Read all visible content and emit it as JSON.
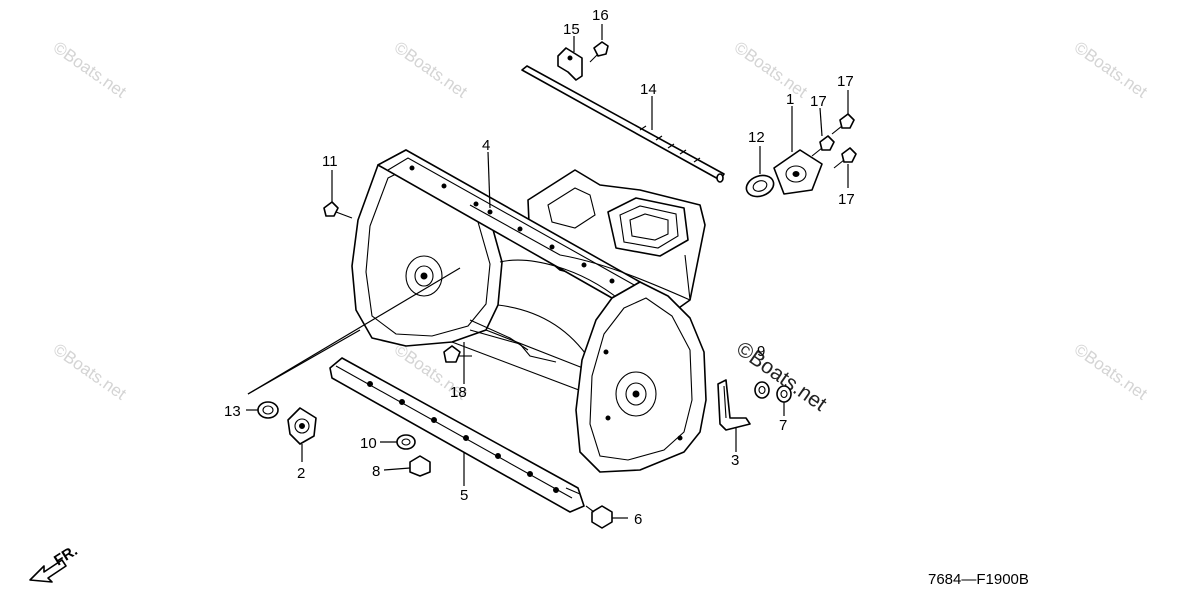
{
  "diagram": {
    "code": "7684—F1900B",
    "direction_label": "FR.",
    "watermark": "©Boats.net",
    "callouts": [
      {
        "id": "c1",
        "text": "1"
      },
      {
        "id": "c2",
        "text": "2"
      },
      {
        "id": "c3",
        "text": "3"
      },
      {
        "id": "c4",
        "text": "4"
      },
      {
        "id": "c5",
        "text": "5"
      },
      {
        "id": "c6",
        "text": "6"
      },
      {
        "id": "c7",
        "text": "7"
      },
      {
        "id": "c8",
        "text": "8"
      },
      {
        "id": "c9",
        "text": "9"
      },
      {
        "id": "c10",
        "text": "10"
      },
      {
        "id": "c11",
        "text": "11"
      },
      {
        "id": "c12",
        "text": "12"
      },
      {
        "id": "c13",
        "text": "13"
      },
      {
        "id": "c14",
        "text": "14"
      },
      {
        "id": "c15",
        "text": "15"
      },
      {
        "id": "c16",
        "text": "16"
      },
      {
        "id": "c17a",
        "text": "17"
      },
      {
        "id": "c17b",
        "text": "17"
      },
      {
        "id": "c17c",
        "text": "17"
      },
      {
        "id": "c18",
        "text": "18"
      }
    ]
  },
  "colors": {
    "line": "#000000",
    "background": "#ffffff",
    "watermark": "#d4d4d4"
  }
}
